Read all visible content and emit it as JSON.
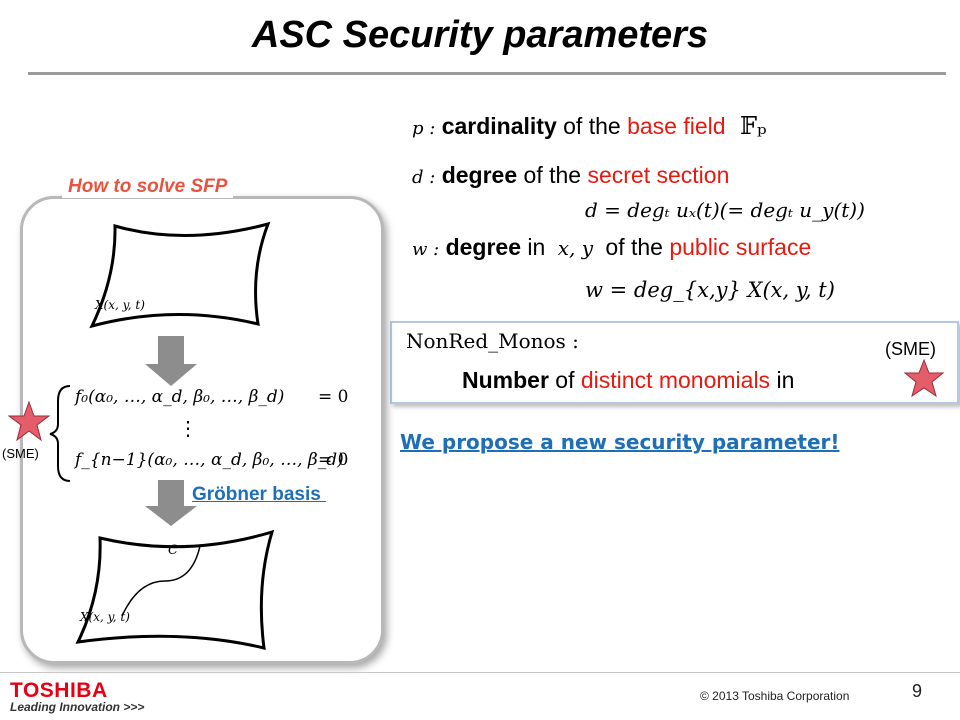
{
  "title": "ASC Security parameters",
  "params": [
    {
      "sym": "p :",
      "bold": "cardinality",
      "mid": " of the ",
      "red": "base field",
      "field": "𝔽ₚ"
    },
    {
      "sym": "d :",
      "bold": "degree",
      "mid": " of the ",
      "red": "secret section",
      "formula": "d = degₜ uₓ(t)(= degₜ u_y(t))"
    },
    {
      "sym": "w :",
      "bold": "degree",
      "pre": " in ",
      "vars": "x, y",
      "mid": " of the ",
      "red": "public surface",
      "formula": "w = deg_{x,y} X(x, y, t)"
    }
  ],
  "nonred": {
    "label": "NonRed_Monos :",
    "bold": "Number",
    "mid": " of ",
    "red": "distinct monomials",
    "tail": " in",
    "sme": "(SME)"
  },
  "propose": "We propose a new security parameter!",
  "panel": {
    "heading": "How to solve SFP",
    "surface_top_label": "X(x, y, t)",
    "eq1_lhs": "f₀(α₀, …, α_d, β₀, …, β_d)",
    "eq1_rhs": "= 0",
    "vdots": "⋮",
    "eq2_lhs": "f_{n−1}(α₀, …, α_d, β₀, …, β_d)",
    "eq2_rhs": "= 0",
    "sme": "(SME)",
    "groebner": "Gröbner basis ",
    "curve_label": "C",
    "surface_bottom_label": "X(x, y, t)"
  },
  "footer": {
    "logo": "TOSHIBA",
    "tagline": "Leading Innovation >>>",
    "copyright": "© 2013 Toshiba Corporation",
    "page": "9"
  },
  "colors": {
    "accent_red": "#e8190f",
    "accent_blue": "#1f6fb8",
    "panel_heading": "#e8533f",
    "star": "#e35d6a"
  }
}
